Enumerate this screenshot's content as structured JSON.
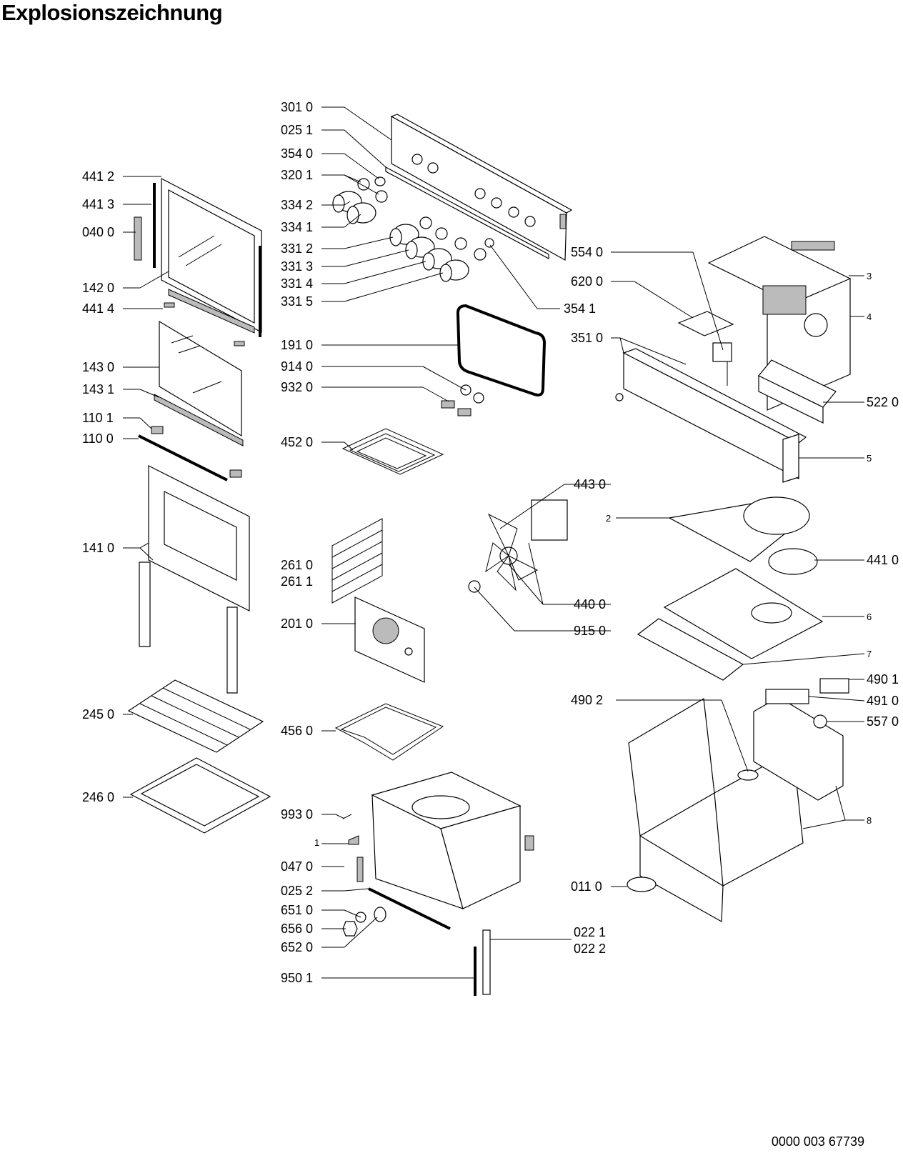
{
  "title": "Explosionszeichnung",
  "document_number": "0000 003 67739",
  "labels": [
    {
      "id": "l3010",
      "text": "301 0"
    },
    {
      "id": "l0251",
      "text": "025 1"
    },
    {
      "id": "l3540",
      "text": "354 0"
    },
    {
      "id": "l3201",
      "text": "320 1"
    },
    {
      "id": "l3342",
      "text": "334 2"
    },
    {
      "id": "l3341",
      "text": "334 1"
    },
    {
      "id": "l3312",
      "text": "331 2"
    },
    {
      "id": "l3313",
      "text": "331 3"
    },
    {
      "id": "l3314",
      "text": "331 4"
    },
    {
      "id": "l3315",
      "text": "331 5"
    },
    {
      "id": "l3541",
      "text": "354 1"
    },
    {
      "id": "l4412",
      "text": "441 2"
    },
    {
      "id": "l4413",
      "text": "441 3"
    },
    {
      "id": "l0400",
      "text": "040 0"
    },
    {
      "id": "l1420",
      "text": "142 0"
    },
    {
      "id": "l4414",
      "text": "441 4"
    },
    {
      "id": "l1430",
      "text": "143 0"
    },
    {
      "id": "l1431",
      "text": "143 1"
    },
    {
      "id": "l1101",
      "text": "110 1"
    },
    {
      "id": "l1100",
      "text": "110 0"
    },
    {
      "id": "l1410",
      "text": "141 0"
    },
    {
      "id": "l2450",
      "text": "245 0"
    },
    {
      "id": "l2460",
      "text": "246 0"
    },
    {
      "id": "l1910",
      "text": "191 0"
    },
    {
      "id": "l9140",
      "text": "914 0"
    },
    {
      "id": "l9320",
      "text": "932 0"
    },
    {
      "id": "l4520",
      "text": "452 0"
    },
    {
      "id": "l2610",
      "text": "261 0"
    },
    {
      "id": "l2611",
      "text": "261 1"
    },
    {
      "id": "l2010",
      "text": "201 0"
    },
    {
      "id": "l4560",
      "text": "456 0"
    },
    {
      "id": "l9930",
      "text": "993 0"
    },
    {
      "id": "l1",
      "text": "1"
    },
    {
      "id": "l0470",
      "text": "047 0"
    },
    {
      "id": "l0252",
      "text": "025 2"
    },
    {
      "id": "l6510",
      "text": "651 0"
    },
    {
      "id": "l6560",
      "text": "656 0"
    },
    {
      "id": "l6520",
      "text": "652 0"
    },
    {
      "id": "l9501",
      "text": "950 1"
    },
    {
      "id": "l0221",
      "text": "022 1"
    },
    {
      "id": "l0222",
      "text": "022 2"
    },
    {
      "id": "l5540",
      "text": "554 0"
    },
    {
      "id": "l6200",
      "text": "620 0"
    },
    {
      "id": "l3510",
      "text": "351 0"
    },
    {
      "id": "l3",
      "text": "3"
    },
    {
      "id": "l4",
      "text": "4"
    },
    {
      "id": "l5220",
      "text": "522 0"
    },
    {
      "id": "l5",
      "text": "5"
    },
    {
      "id": "l4430",
      "text": "443 0"
    },
    {
      "id": "l2",
      "text": "2"
    },
    {
      "id": "l4410",
      "text": "441 0"
    },
    {
      "id": "l4400",
      "text": "440 0"
    },
    {
      "id": "l9150",
      "text": "915 0"
    },
    {
      "id": "l6",
      "text": "6"
    },
    {
      "id": "l7",
      "text": "7"
    },
    {
      "id": "l4901",
      "text": "490 1"
    },
    {
      "id": "l4902",
      "text": "490 2"
    },
    {
      "id": "l4910",
      "text": "491 0"
    },
    {
      "id": "l5570",
      "text": "557 0"
    },
    {
      "id": "l8",
      "text": "8"
    },
    {
      "id": "l0110",
      "text": "011 0"
    }
  ]
}
